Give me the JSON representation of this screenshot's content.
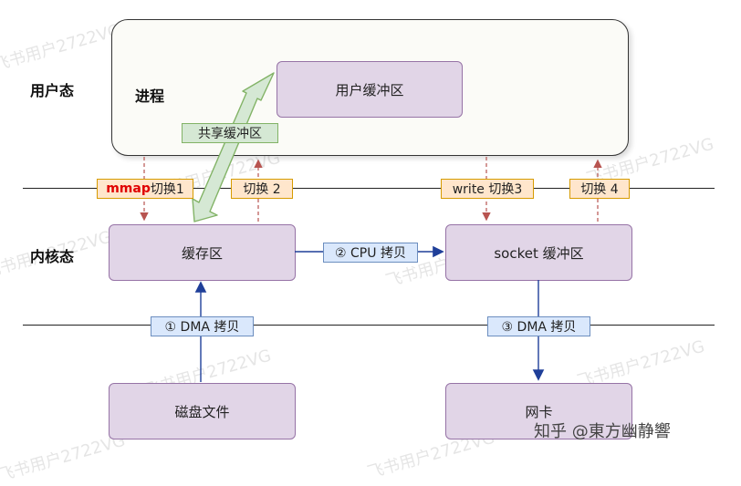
{
  "labels": {
    "user_mode": "用户态",
    "kernel_mode": "内核态",
    "process": "进程"
  },
  "boxes": {
    "user_buffer": "用户缓冲区",
    "page_cache": "缓存区",
    "socket_buffer": "socket 缓冲区",
    "disk_file": "磁盘文件",
    "nic": "网卡"
  },
  "tags": {
    "shared_buffer": "共享缓冲区",
    "mmap_word": "mmap",
    "switch1_rest": " 切换1",
    "switch2": "切换 2",
    "write_switch3": "write 切换3",
    "switch4": "切换 4",
    "cpu_copy": "② CPU 拷贝",
    "dma_copy_1": "① DMA 拷贝",
    "dma_copy_3": "③ DMA 拷贝"
  },
  "watermark": "飞书用户2722VG",
  "credit": "知乎 @東方幽静響",
  "colors": {
    "purple_fill": "#e1d5e7",
    "purple_stroke": "#9673a6",
    "orange_fill": "#ffe6cc",
    "orange_stroke": "#d79b00",
    "blue_fill": "#dae8fc",
    "blue_stroke": "#6c8ebf",
    "green_fill": "#d5e8d4",
    "green_stroke": "#82b366",
    "switch_arrow": "#b85450",
    "data_arrow": "#1f3f99"
  }
}
